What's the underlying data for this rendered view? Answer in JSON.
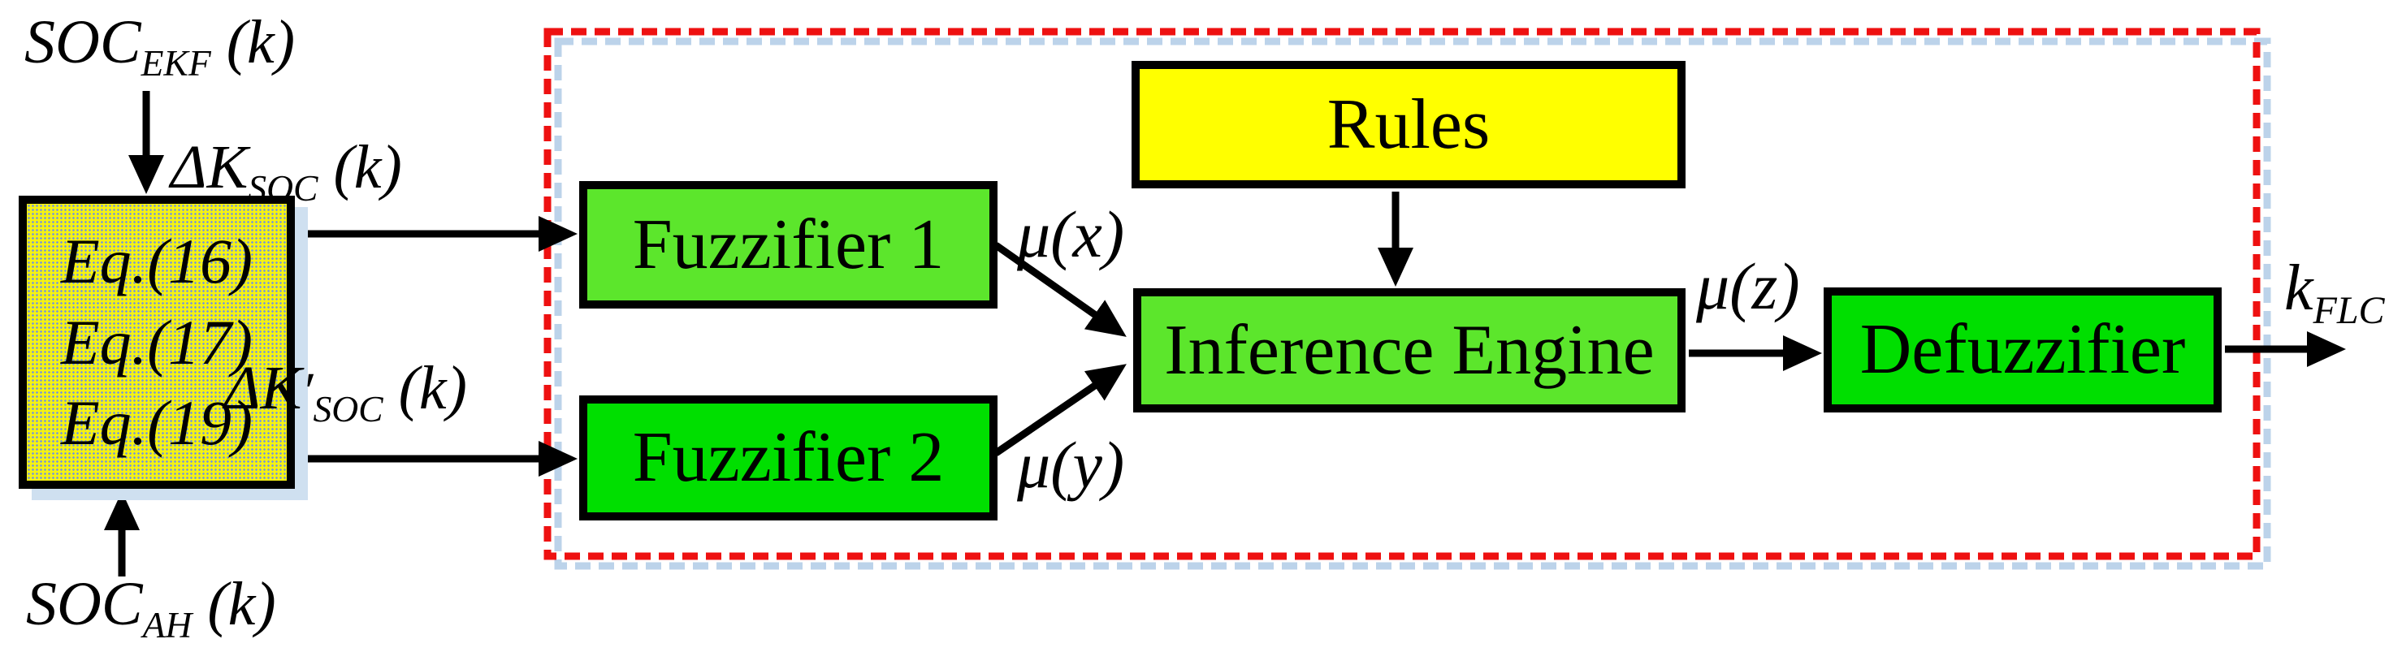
{
  "diagram": {
    "description": "Fuzzy logic controller block diagram",
    "colors": {
      "yellow_green": "#5ce62c",
      "bright_green": "#00df00",
      "yellow": "#ffff00",
      "eq_fill_yellow": "#f5f213",
      "eq_dot_blue": "#7c9cce",
      "dashed_border_red": "#ee1111",
      "shadow_blue": "#bcd3ea",
      "line_black": "#000000"
    },
    "nodes": {
      "eq_block": {
        "lines": [
          "Eq.(16)",
          "Eq.(17)",
          "Eq.(19)"
        ]
      },
      "fuzzifier1": {
        "label": "Fuzzifier 1"
      },
      "fuzzifier2": {
        "label": "Fuzzifier 2"
      },
      "rules": {
        "label": "Rules"
      },
      "inference_engine": {
        "label": "Inference Engine"
      },
      "defuzzifier": {
        "label": "Defuzzifier"
      }
    },
    "labels": {
      "soc_ekf": {
        "base": "SOC",
        "sub": "EKF",
        "suffix": " (k)"
      },
      "soc_ah": {
        "base": "SOC",
        "sub": "AH",
        "suffix": " (k)"
      },
      "dk_soc": {
        "base": "ΔK",
        "sub": "SOC",
        "suffix": " (k)"
      },
      "dk_soc_prime": {
        "base": "ΔK",
        "prime": "′",
        "sub": "SOC",
        "suffix": " (k)"
      },
      "mu_x": {
        "base": "μ",
        "suffix": "(x)"
      },
      "mu_y": {
        "base": "μ",
        "suffix": "(y)"
      },
      "mu_z": {
        "base": "μ",
        "suffix": "(z)"
      },
      "k_flc": {
        "base": "k",
        "sub": "FLC"
      }
    }
  }
}
